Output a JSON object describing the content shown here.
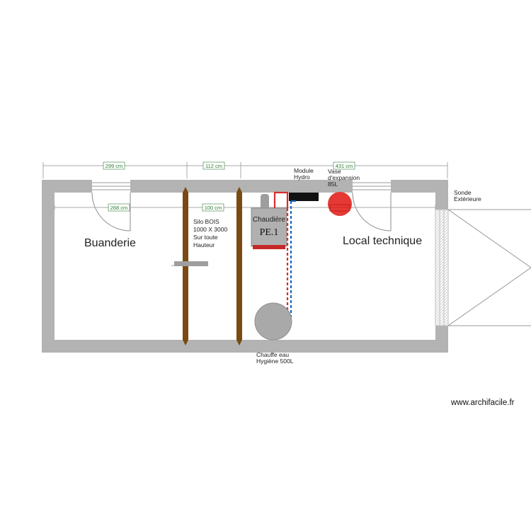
{
  "rooms": {
    "left": "Buanderie",
    "right": "Local technique"
  },
  "dimensions": {
    "top": [
      "299 cm",
      "112 cm",
      "431 cm"
    ],
    "inner": [
      "268 cm",
      "100 cm"
    ]
  },
  "labels": {
    "silo": [
      "Silo BOIS",
      "1000 X 3000",
      "Sur toute",
      "Hauteur"
    ],
    "module": [
      "Module",
      "Hydro"
    ],
    "vase": [
      "Vase",
      "d'expansion",
      "85L"
    ],
    "sonde": [
      "Sonde",
      "Extérieure"
    ],
    "chaudiere": "Chaudière",
    "boiler_code": "PE.1",
    "chauffe_eau": [
      "Chauffe eau",
      "Hygiène 500L"
    ]
  },
  "watermark": "www.archifacile.fr",
  "colors": {
    "wall": "#b3b3b3",
    "timber_post": "#7a4a12",
    "boiler": "#b0b0b0",
    "boiler_base": "#c62828",
    "pipe_hot": "#d32f2f",
    "pipe_cold": "#1565c0",
    "expansion_vessel": "#e53935",
    "hydro_module": "#111111",
    "water_heater": "#a9a9a9",
    "dimension_text": "#2e7d32",
    "dimension_line": "#aaaaaa"
  }
}
